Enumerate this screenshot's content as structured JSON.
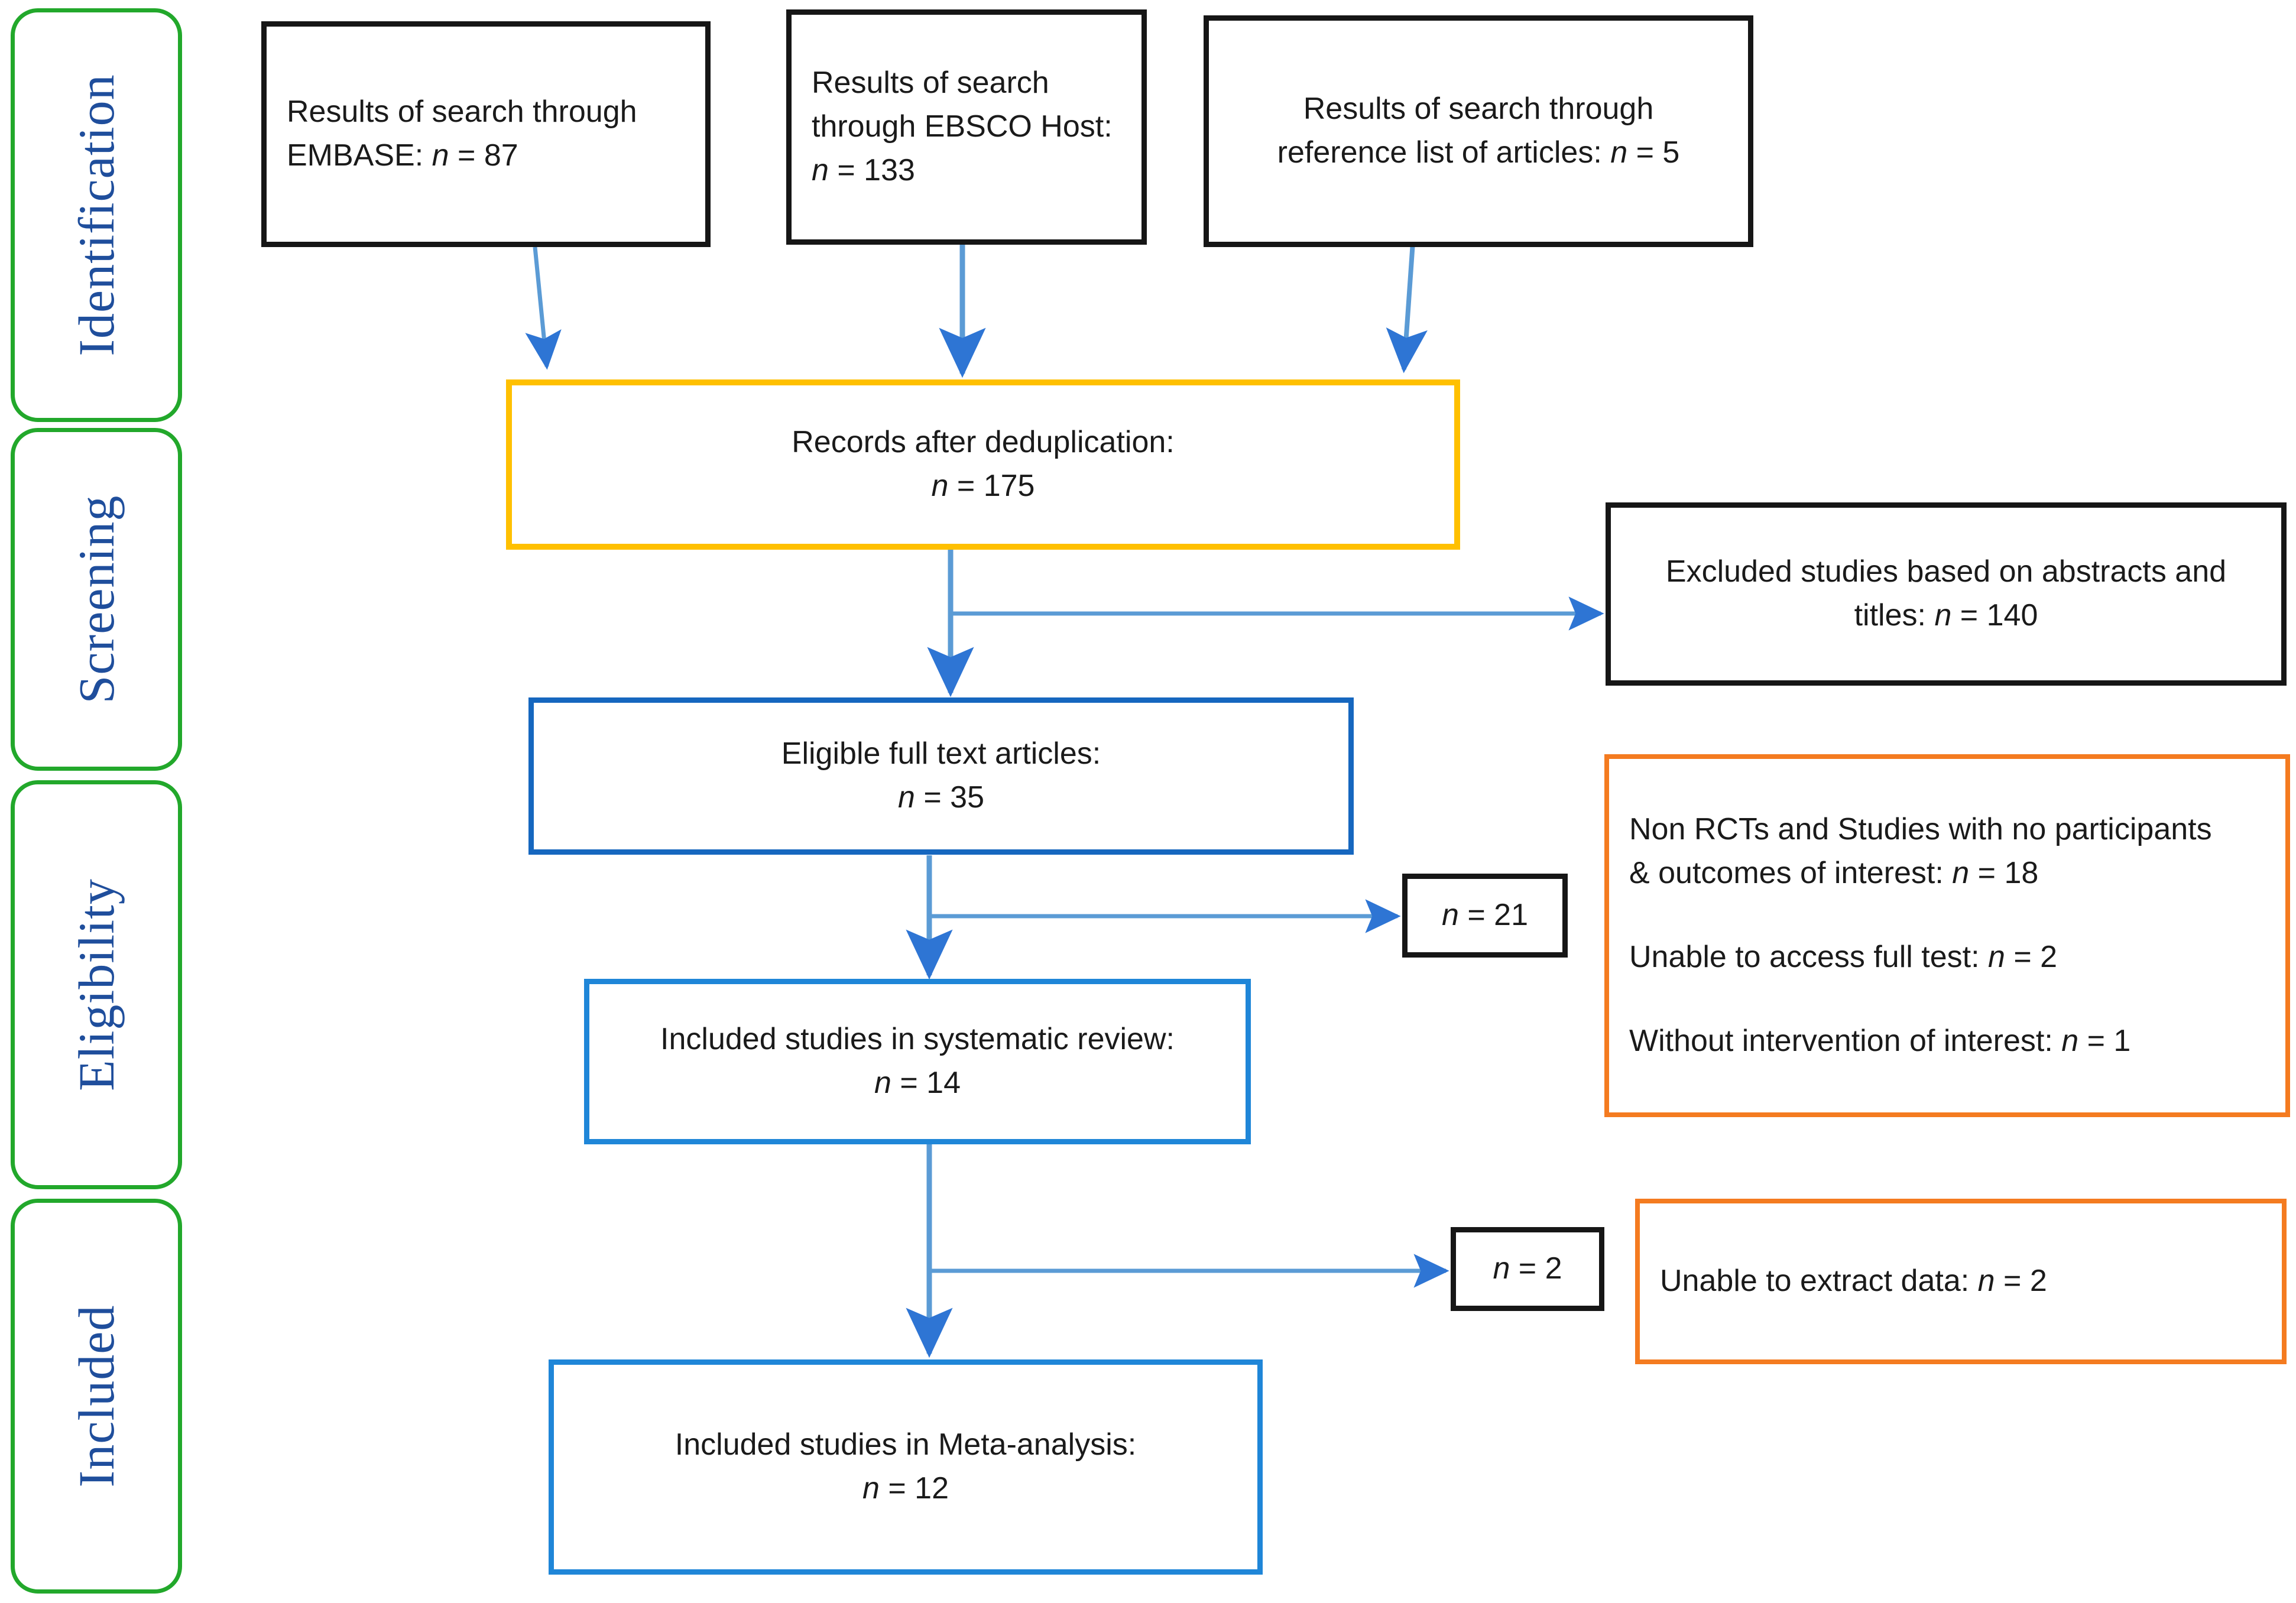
{
  "diagram": {
    "type": "prisma-flow-diagram",
    "title": "PRISMA study selection flow diagram",
    "colors": {
      "stage_border": "#22A82B",
      "stage_text": "#1F4E9C",
      "source_box_border": "#161616",
      "dedup_box_border": "#FFC000",
      "included_box_border": "#1F86D8",
      "exclusion_box_border": "#F47B20",
      "arrow": "#2E75D4"
    }
  },
  "stages": [
    {
      "id": "identification",
      "label": "Identification"
    },
    {
      "id": "screening",
      "label": "Screening"
    },
    {
      "id": "eligibility",
      "label": "Eligibility"
    },
    {
      "id": "included",
      "label": "Included"
    }
  ],
  "nodes": {
    "source_embase": {
      "line1": "Results of search through",
      "line2_prefix": "EMBASE: ",
      "line2_n": "n",
      "line2_value": " = 87",
      "count": 87,
      "align": "left"
    },
    "source_ebsco": {
      "line1": "Results of search",
      "line2": "through EBSCO Host:",
      "line3_n": "n",
      "line3_value": " = 133",
      "count": 133,
      "align": "left"
    },
    "source_reference": {
      "line1": "Results of search through",
      "line2_prefix": "reference list of articles: ",
      "line2_n": "n",
      "line2_value": " = 5",
      "count": 5,
      "align": "center"
    },
    "dedup": {
      "line1": "Records after deduplication:",
      "line2_n": "n",
      "line2_value": " = 175",
      "count": 175
    },
    "excluded_abstracts": {
      "line1": "Excluded studies based on abstracts and",
      "line2_prefix": "titles: ",
      "line2_n": "n",
      "line2_value": " = 140",
      "count": 140
    },
    "eligible_fulltext": {
      "line1": "Eligible full text articles:",
      "line2_n": "n",
      "line2_value": " = 35",
      "count": 35
    },
    "excluded_21": {
      "n": "n",
      "value": " = 21",
      "count": 21
    },
    "exclusion_reasons": {
      "reason1_text": "Non RCTs and Studies with no participants",
      "reason1_text2": "& outcomes of interest: ",
      "reason1_n": "n",
      "reason1_value": " = 18",
      "reason1_count": 18,
      "reason2_text": "Unable to access full test: ",
      "reason2_n": "n",
      "reason2_value": " = 2",
      "reason2_count": 2,
      "reason3_text": "Without intervention of interest: ",
      "reason3_n": "n",
      "reason3_value": " = 1",
      "reason3_count": 1
    },
    "included_systematic": {
      "line1": "Included studies in systematic review:",
      "line2_n": "n",
      "line2_value": " = 14",
      "count": 14
    },
    "excluded_2": {
      "n": "n",
      "value": " = 2",
      "count": 2
    },
    "unable_extract": {
      "text": "Unable to extract data: ",
      "n": "n",
      "value": " = 2",
      "count": 2
    },
    "included_meta": {
      "line1": "Included studies in Meta-analysis:",
      "line2_n": "n",
      "line2_value": " = 12",
      "count": 12
    }
  }
}
